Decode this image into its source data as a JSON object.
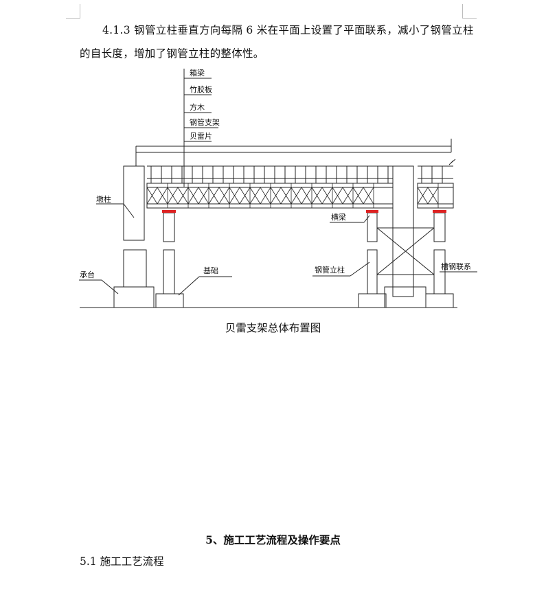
{
  "paragraph": "4.1.3 钢管立柱垂直方向每隔 6 米在平面上设置了平面联系，减小了钢管立柱的自长度，增加了钢管立柱的整体性。",
  "figure": {
    "caption": "贝雷支架总体布置图",
    "labels": {
      "box_girder": "箱梁",
      "bamboo_plywood": "竹胶板",
      "square_timber": "方木",
      "steel_pipe_support": "钢管支架",
      "bailey_panel": "贝雷片",
      "pier": "墩柱",
      "cross_beam": "横梁",
      "cap": "承台",
      "foundation": "基础",
      "steel_pipe_column": "钢管立柱",
      "channel_bracing": "槽钢联系"
    }
  },
  "section": {
    "heading": "5、施工工艺流程及操作要点",
    "subheading": "5.1 施工工艺流程"
  }
}
